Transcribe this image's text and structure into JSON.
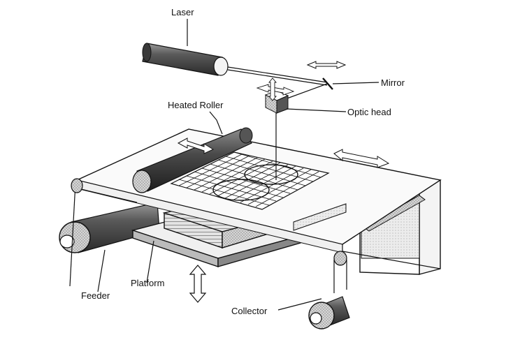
{
  "labels": {
    "laser": "Laser",
    "mirror": "Mirror",
    "optic_head": "Optic head",
    "heated_roller": "Heated Roller",
    "platform": "Platform",
    "feeder": "Feeder",
    "collector": "Collector"
  }
}
